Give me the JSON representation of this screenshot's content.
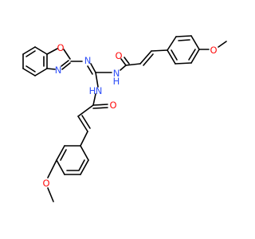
{
  "molecule": {
    "atoms": {
      "o_oxazole": "O",
      "n_oxazole": "N",
      "n_imine": "N",
      "nh_right": "N",
      "h_right": "H",
      "nh_lower": "N",
      "h_lower": "H",
      "o_carbonyl_right": "O",
      "o_carbonyl_lower": "O",
      "o_methoxy_right": "O",
      "o_methoxy_lower": "O"
    },
    "colors": {
      "bond": "#000000",
      "nitrogen": "#3050F8",
      "oxygen": "#FF0D0D",
      "background": "#FFFFFF"
    }
  }
}
